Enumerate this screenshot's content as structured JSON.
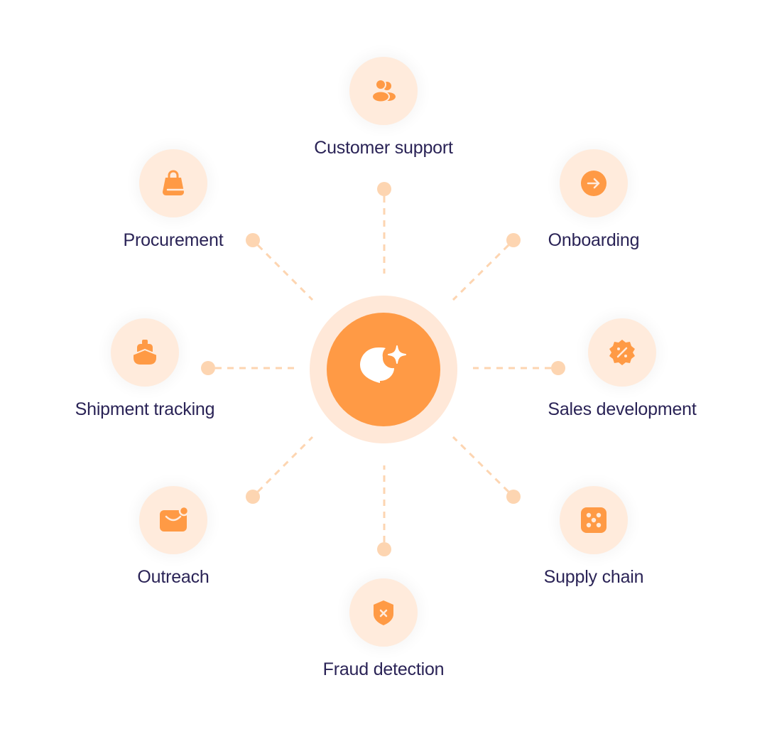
{
  "colors": {
    "accent": "#FF9A45",
    "light": "#FFEBDC",
    "dot": "#FDD5B1",
    "text": "#2A2356"
  },
  "hub": {
    "icon": "ai-chat-sparkle-icon"
  },
  "nodes": [
    {
      "label": "Customer support",
      "icon": "users-icon"
    },
    {
      "label": "Onboarding",
      "icon": "arrow-right-circle-icon"
    },
    {
      "label": "Sales development",
      "icon": "discount-badge-icon"
    },
    {
      "label": "Supply chain",
      "icon": "network-grid-icon"
    },
    {
      "label": "Fraud detection",
      "icon": "shield-x-icon"
    },
    {
      "label": "Outreach",
      "icon": "mail-notification-icon"
    },
    {
      "label": "Shipment tracking",
      "icon": "ship-icon"
    },
    {
      "label": "Procurement",
      "icon": "shopping-bag-icon"
    }
  ]
}
